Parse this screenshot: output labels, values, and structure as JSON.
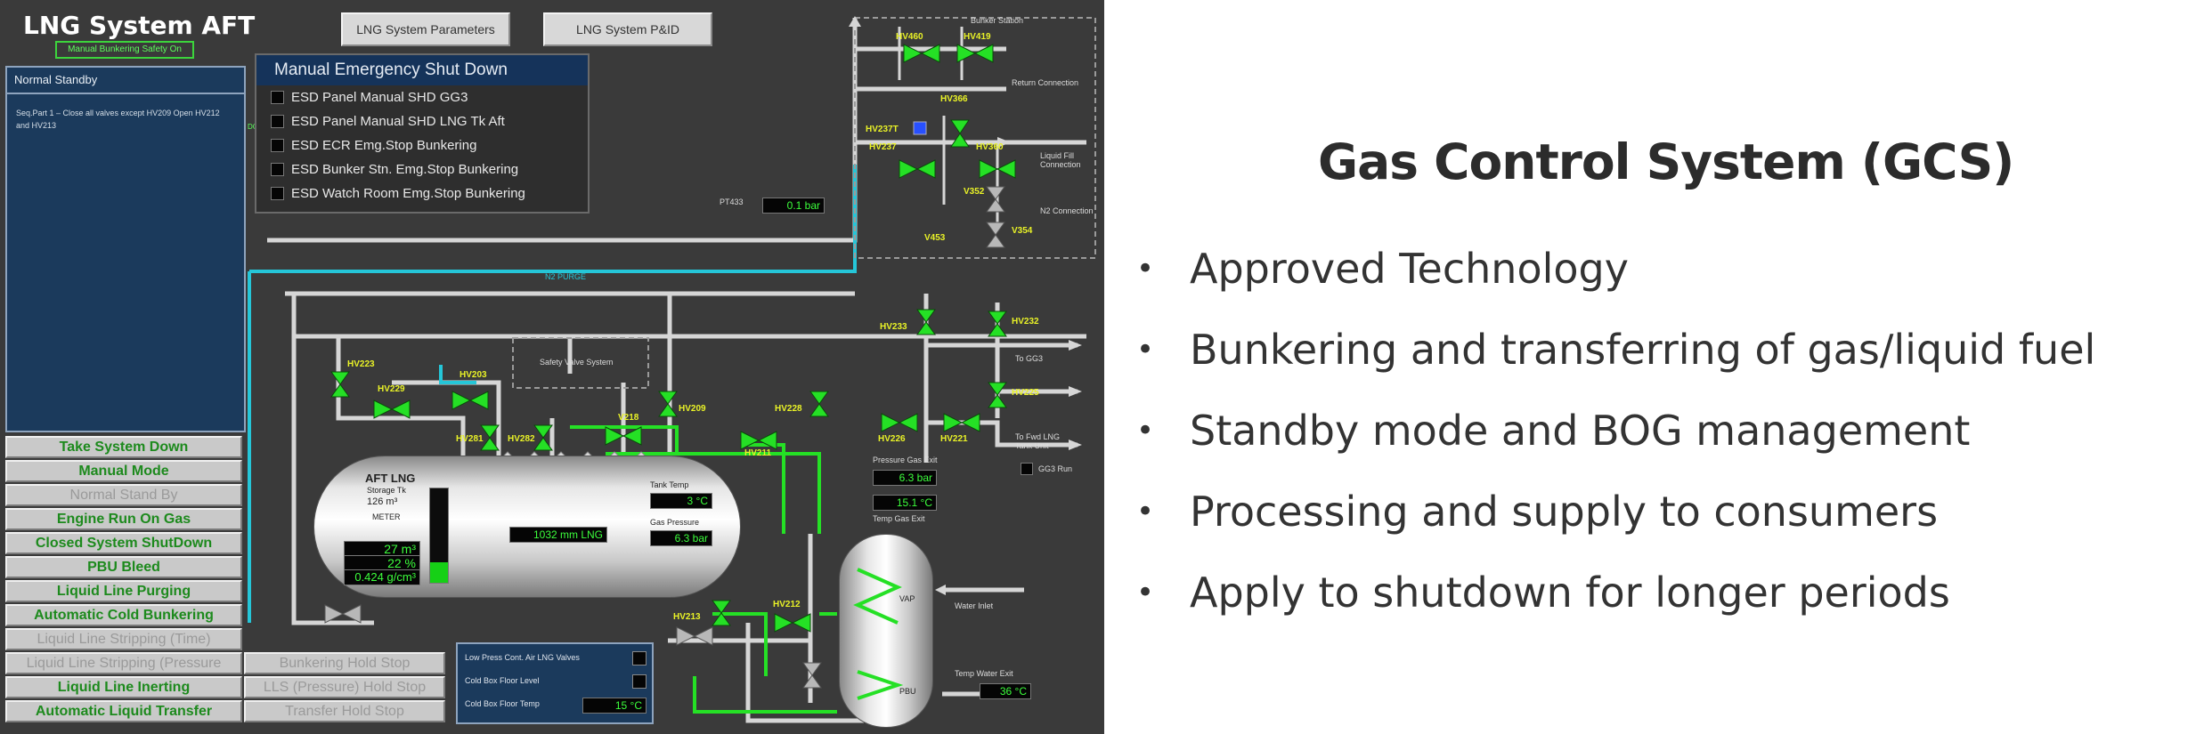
{
  "hmi": {
    "title": "LNG System AFT",
    "subtitle": "Manual Bunkering Safety On",
    "buttons": {
      "params": "LNG System Parameters",
      "pid": "LNG System P&ID"
    },
    "mode_panel": {
      "header": "Normal Standby",
      "step_text": "Seq.Part 1 – Close all valves except HV209 Open HV212 and HV213",
      "side_text": "DONE"
    },
    "esd": {
      "title": "Manual Emergency Shut Down",
      "items": [
        "ESD Panel Manual SHD GG3",
        "ESD Panel Manual SHD LNG Tk Aft",
        "ESD ECR Emg.Stop Bunkering",
        "ESD Bunker Stn. Emg.Stop Bunkering",
        "ESD Watch Room Emg.Stop Bunkering"
      ]
    },
    "system_buttons": [
      {
        "label": "Take System Down",
        "state": "active"
      },
      {
        "label": "Manual Mode",
        "state": "active"
      },
      {
        "label": "Normal Stand By",
        "state": "dim"
      },
      {
        "label": "Engine Run On Gas",
        "state": "active"
      },
      {
        "label": "Closed System ShutDown",
        "state": "active"
      },
      {
        "label": "PBU Bleed",
        "state": "active"
      },
      {
        "label": "Liquid Line Purging",
        "state": "active"
      },
      {
        "label": "Automatic Cold Bunkering",
        "state": "active"
      },
      {
        "label": "Liquid Line Stripping (Time)",
        "state": "dim"
      }
    ],
    "paired_buttons": [
      {
        "left": "Liquid Line Stripping (Pressure",
        "right": "Bunkering Hold Stop"
      },
      {
        "left": "Liquid Line Inerting",
        "right": "LLS (Pressure) Hold Stop"
      },
      {
        "left": "Automatic Liquid Transfer",
        "right": "Transfer Hold Stop"
      }
    ],
    "labels": {
      "bunker_station": "Bunker Station",
      "return_connection": "Return Connection",
      "liquid_fill_connection": "Liquid Fill Connection",
      "n2_connection": "N2 Connection",
      "n2_purge": "N2 PURGE",
      "safety_valve_system": "Safety Valve System",
      "to_gg3": "To GG3",
      "to_fwd_lng": "To Fwd LNG Tank Unit",
      "gg3_run": "GG3 Run",
      "pressure_gas_exit": "Pressure Gas Exit",
      "temp_gas_exit": "Temp Gas Exit",
      "water_inlet": "Water Inlet",
      "temp_water_exit": "Temp Water Exit",
      "vap": "VAP",
      "pbu": "PBU",
      "pt": "PT433"
    },
    "valves": [
      "HV460",
      "HV419",
      "HV366",
      "HV237",
      "HV360",
      "V352",
      "V453",
      "V354",
      "HV223",
      "HV229",
      "HV203",
      "HV281",
      "HV282",
      "V218",
      "HV209",
      "HV228",
      "HV211",
      "HV233",
      "HV232",
      "HV225",
      "HV226",
      "HV221",
      "HV213",
      "HV212"
    ],
    "selected_valve": "HV237T",
    "readouts": {
      "pt_pressure": "0.1 bar",
      "tank_volume": "1032 mm LNG",
      "tank_temp": "3 °C",
      "tank_pressure": "6.3 bar",
      "tank_level_m3": "27 m³",
      "tank_level_pct": "22 %",
      "tank_density": "0.424 g/cm³",
      "pressure_gas_exit": "6.3 bar",
      "temp_gas_exit": "15.1 °C",
      "temp_water_exit": "36 °C",
      "coldbox_temp": "15 °C"
    },
    "tank": {
      "name": "AFT LNG",
      "sub": "Storage Tk",
      "capacity": "126 m³",
      "note": "METER",
      "temp_label": "Tank Temp",
      "press_label": "Gas Pressure",
      "level_fraction": 0.22
    },
    "coldbox": {
      "row1": "Low Press Cont. Air LNG Valves",
      "row2": "Cold Box Floor Level",
      "row3": "Cold Box Floor Temp"
    }
  },
  "slide": {
    "title": "Gas Control System (GCS)",
    "bullets": [
      "Approved Technology",
      "Bunkering and transferring of gas/liquid fuel",
      "Standby mode and BOG management",
      "Processing and supply to consumers",
      "Apply to shutdown for longer periods"
    ],
    "bullet_glyph": "•"
  }
}
